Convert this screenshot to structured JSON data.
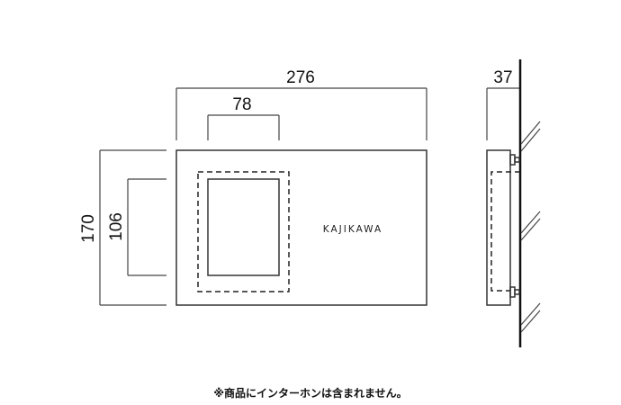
{
  "front_view": {
    "width_label": "276",
    "screen_width_label": "78",
    "height_label": "170",
    "screen_height_label": "106",
    "brand_text": "KAJIKAWA"
  },
  "side_view": {
    "depth_label": "37"
  },
  "note": "※商品にインターホンは含まれません。",
  "colors": {
    "line": "#333333",
    "wall": "#111111",
    "background": "#ffffff"
  }
}
